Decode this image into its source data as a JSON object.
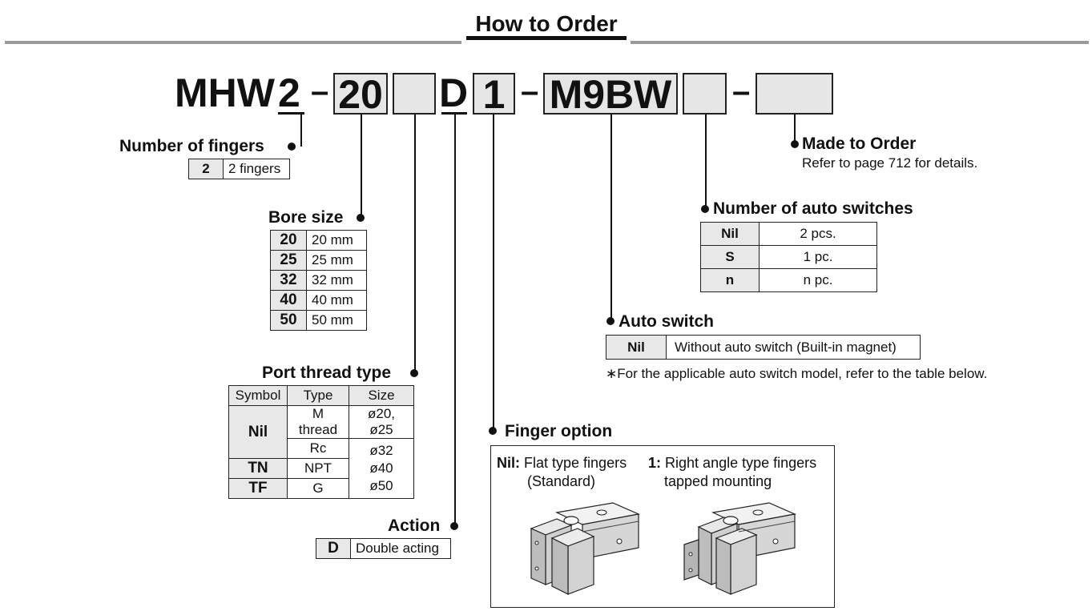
{
  "page": {
    "title": "How to Order"
  },
  "code": {
    "prefix_main": "MHW",
    "prefix_fingers": "2",
    "dash": "–",
    "bore": "20",
    "port": "",
    "action": "D",
    "finger": "1",
    "switch": "M9BW",
    "qty": "",
    "mto": ""
  },
  "fingers": {
    "heading": "Number of fingers",
    "rows": [
      {
        "key": "2",
        "value": "2 fingers"
      }
    ]
  },
  "bore": {
    "heading": "Bore size",
    "rows": [
      {
        "key": "20",
        "value": "20 mm"
      },
      {
        "key": "25",
        "value": "25 mm"
      },
      {
        "key": "32",
        "value": "32 mm"
      },
      {
        "key": "40",
        "value": "40 mm"
      },
      {
        "key": "50",
        "value": "50 mm"
      }
    ]
  },
  "port": {
    "heading": "Port thread type",
    "headers": [
      "Symbol",
      "Type",
      "Size"
    ],
    "rows": [
      {
        "symbol": "Nil",
        "type1": "M thread",
        "size1": "ø20, ø25",
        "type2": "Rc"
      },
      {
        "symbol": "TN",
        "type": "NPT"
      },
      {
        "symbol": "TF",
        "type": "G"
      }
    ],
    "size_group": [
      "ø32",
      "ø40",
      "ø50"
    ]
  },
  "action": {
    "heading": "Action",
    "rows": [
      {
        "key": "D",
        "value": "Double acting"
      }
    ]
  },
  "finger_option": {
    "heading": "Finger option",
    "nil_key": "Nil:",
    "nil_line1": "Flat type fingers",
    "nil_line2": "(Standard)",
    "one_key": "1:",
    "one_line1": "Right angle type fingers",
    "one_line2": "tapped mounting"
  },
  "auto_switch": {
    "heading": "Auto switch",
    "rows": [
      {
        "key": "Nil",
        "value": "Without auto switch (Built-in magnet)"
      }
    ],
    "note": "∗For the applicable auto switch model, refer to the table below."
  },
  "switch_count": {
    "heading": "Number of auto switches",
    "rows": [
      {
        "key": "Nil",
        "value": "2 pcs."
      },
      {
        "key": "S",
        "value": "1 pc."
      },
      {
        "key": "n",
        "value": "n pc."
      }
    ]
  },
  "mto": {
    "heading": "Made to Order",
    "note": "Refer to page 712 for details."
  }
}
